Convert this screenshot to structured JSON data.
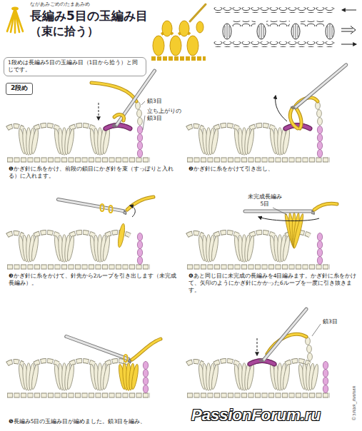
{
  "diagram": {
    "title": "長編み5目の玉編み目",
    "nodes": [
      {
        "text": [
          "1段めは長編み5目の玉編み目（1目から拾う）と同じです。"
        ]
      },
      {
        "text": [
          "2段め"
        ]
      }
    ],
    "labels": [
      "ながあみごめのたまあみめ",
      "（束に拾う）",
      "鎖3目",
      "立ち上がりの鎖3目",
      "❶かぎ針に糸をかけ、前段の鎖目にかぎ針を束（すっぽりと入れる）に入れます。",
      "❷かぎ針に糸をかけて引き出し、",
      "❸かぎ針に糸をかけて、針先から2ループを引き出します（未完成長編み）。",
      "未完成長編み 5目",
      "❹あと同じ目に未完成の長編みを4目編みます。かぎ針に糸をかけて、矢印のようにかぎ針にかかった6ループを一度に引き抜きます。",
      "❺長編み5目の玉編み目が編めました。鎖3目を編み、",
      "鎖3目",
      "©злая_лилия",
      "PassionForum.ru"
    ]
  }
}
